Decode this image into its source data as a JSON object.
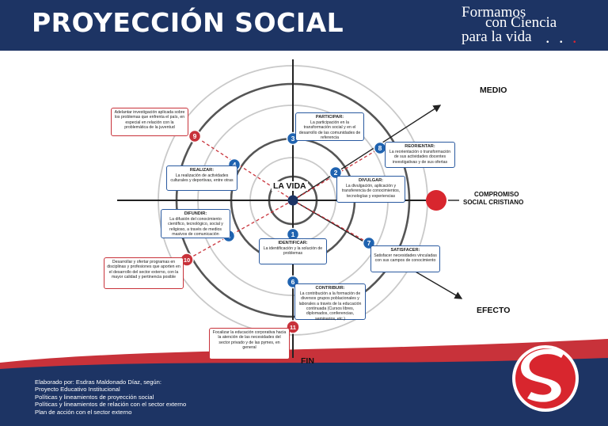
{
  "header": {
    "title": "PROYECCIÓN SOCIAL",
    "slogan_line1": "Formamos",
    "slogan_line2": "con Ciencia",
    "slogan_line3": "para la vida",
    "slogan_dots": ". . ."
  },
  "colors": {
    "navy": "#1d3464",
    "red": "#c8323a",
    "blue": "#1f63b0",
    "white": "#ffffff"
  },
  "diagram": {
    "center_label": "LA VIDA",
    "axis_labels": {
      "medio": "MEDIO",
      "compromiso_1": "COMPROMISO",
      "compromiso_2": "SOCIAL CRISTIANO",
      "efecto": "EFECTO",
      "fin": "FIN"
    },
    "nodes": [
      {
        "n": "1",
        "title": "IDENTIFICAR:",
        "text": "La identificación y la solución de problemas"
      },
      {
        "n": "2",
        "title": "DIVULGAR:",
        "text": "La divulgación, aplicación y transferencia de conocimientos, tecnologías y experiencias"
      },
      {
        "n": "3",
        "title": "PARTICIPAR:",
        "text": "La participación en la transformación social y en el desarrollo de las comunidades de referencia"
      },
      {
        "n": "4",
        "title": "REALIZAR:",
        "text": "La realización de actividades culturales y deportivas, entre otras"
      },
      {
        "n": "5",
        "title": "DIFUNDIR:",
        "text": "La difusión del conocimiento científico, tecnológico, social y religioso, a través de medios masivos de comunicación"
      },
      {
        "n": "6",
        "title": "CONTRIBUIR:",
        "text": "La contribución a la formación de diversos grupos poblacionales y laborales a través de la educación continuada (Cursos libres, diplomados, conferencias, seminarios, etc.)"
      },
      {
        "n": "7",
        "title": "SATISFACER:",
        "text": "Satisfacer necesidades vinculadas con sus campos de conocimiento"
      },
      {
        "n": "8",
        "title": "REORIENTAR:",
        "text": "La reorientación o transformación de sus actividades docentes investigativas y de sus ofertas"
      },
      {
        "n": "9",
        "title": "",
        "text": "Adelantar investigación aplicada sobre los problemas que enfrenta el país, en especial en relación con la problemática de la juventud"
      },
      {
        "n": "10",
        "title": "",
        "text": "Desarrollar y ofertar programas en disciplinas y profesiones que aporten en el desarrollo del sector externo, con la mayor calidad y pertinencia posible"
      },
      {
        "n": "11",
        "title": "",
        "text": "Focalizar la educación corporativa hacia la atención de las necesidades del sector privado y de las pymes, en general"
      }
    ]
  },
  "footer": {
    "credits": [
      "Elaborado por: Esdras Maldonado Díaz, según:",
      "Proyecto Educativo Institucional",
      "Políticas y lineamientos de proyección social",
      "Políticas y lineamientos de relación con el sector externo",
      "Plan de acción con el sector externo"
    ]
  }
}
